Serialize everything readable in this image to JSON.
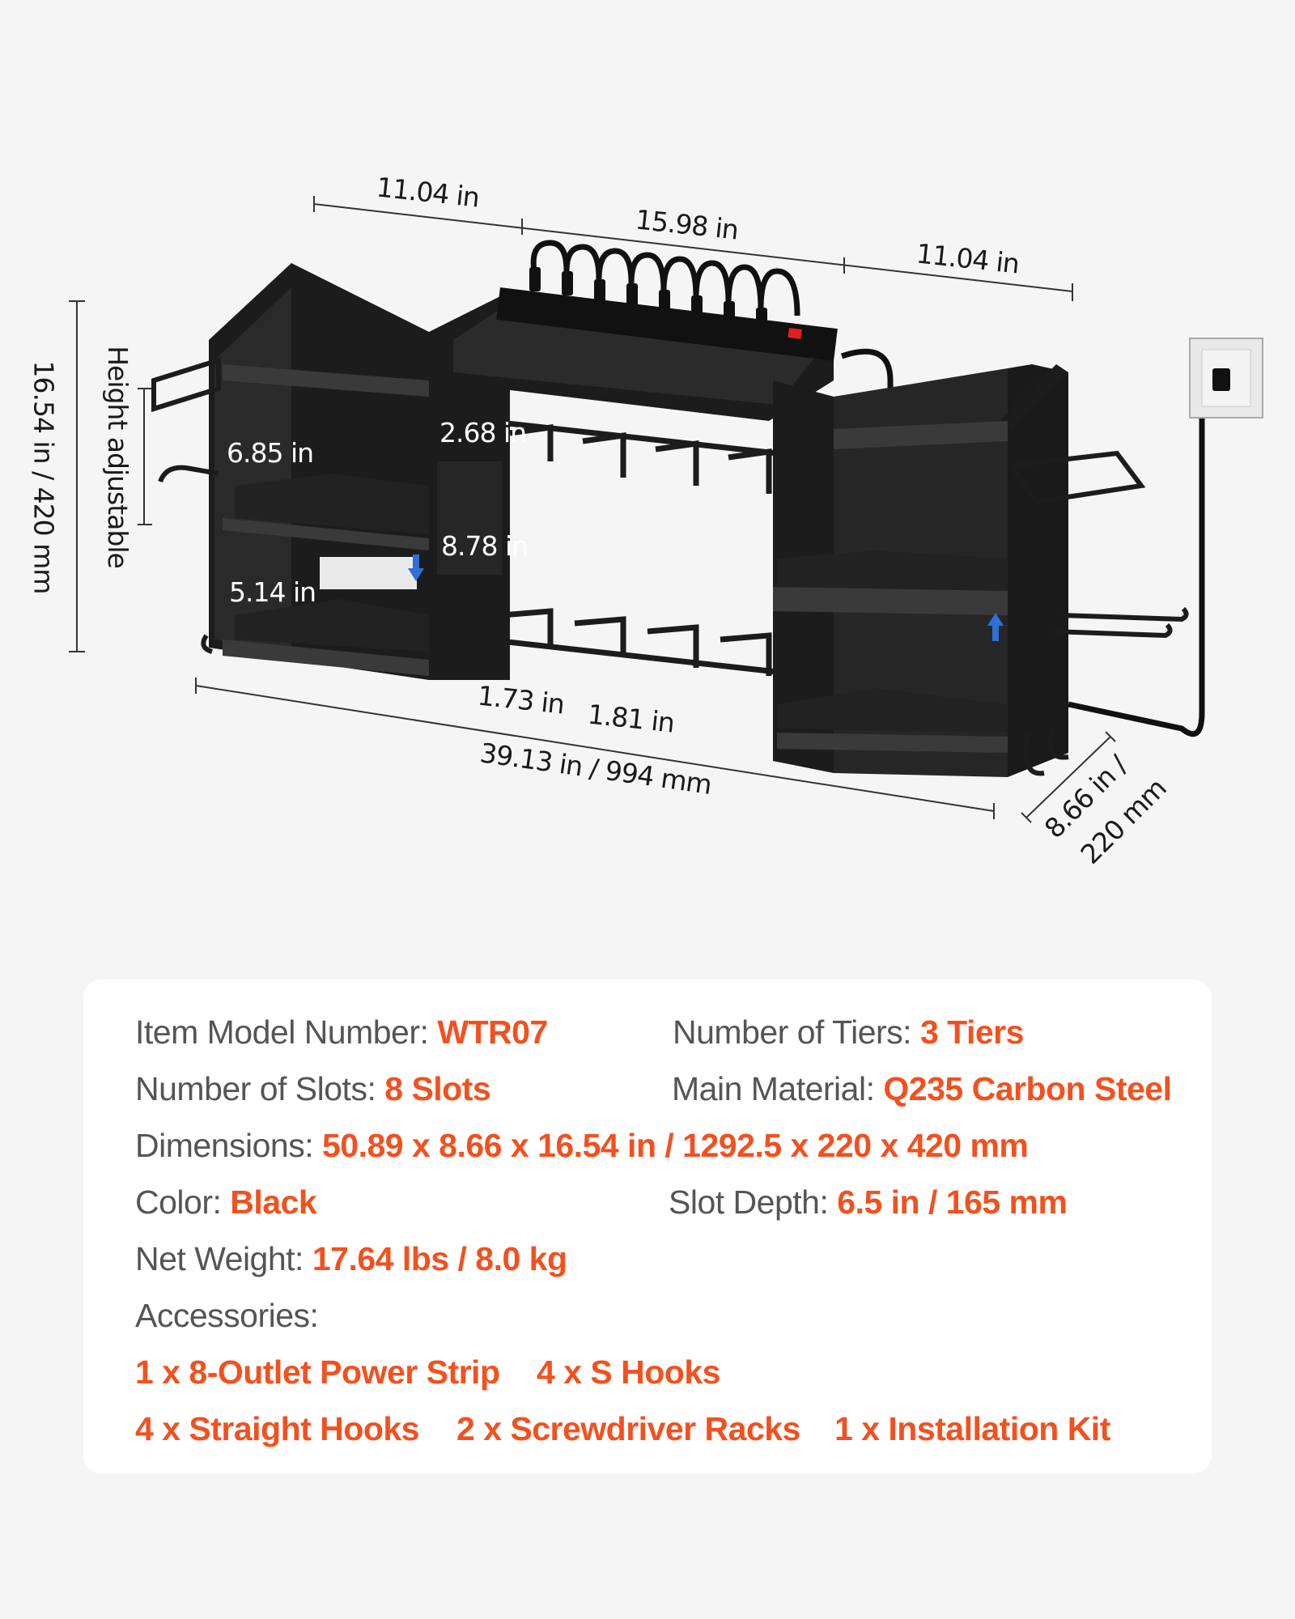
{
  "dimensions": {
    "top_left_width": "11.04 in",
    "top_center_width": "15.98 in",
    "top_right_width": "11.04 in",
    "total_height": "16.54 in  / 420 mm",
    "height_adjustable": "Height adjustable",
    "upper_shelf_gap": "6.85 in",
    "lower_shelf_gap": "5.14 in",
    "top_slot_gap": "2.68 in",
    "center_height": "8.78 in",
    "slot_width": "1.73 in",
    "slot_spacing": "1.81 in",
    "total_width": "39.13 in  / 994 mm",
    "depth_in": "8.66 in /",
    "depth_mm": "220 mm"
  },
  "specs": {
    "model_label": "Item Model Number:",
    "model_value": "WTR07",
    "tiers_label": "Number of Tiers:",
    "tiers_value": "3 Tiers",
    "slots_label": "Number of Slots:",
    "slots_value": "8 Slots",
    "material_label": "Main Material:",
    "material_value": "Q235 Carbon Steel",
    "dimensions_label": "Dimensions:",
    "dimensions_value": "50.89 x 8.66 x 16.54 in / 1292.5 x 220 x 420 mm",
    "color_label": "Color:",
    "color_value": "Black",
    "depth_label": "Slot Depth:",
    "depth_value": "6.5 in / 165 mm",
    "weight_label": "Net Weight:",
    "weight_value": "17.64 lbs / 8.0 kg",
    "accessories_label": "Accessories:",
    "accessories": [
      "1 x 8-Outlet Power Strip",
      "4 x S Hooks",
      "4 x Straight Hooks",
      "2 x Screwdriver Racks",
      "1 x Installation Kit"
    ]
  },
  "colors": {
    "accent": "#f2511f",
    "label_gray": "#555555",
    "rack_black": "#1c1c1c",
    "arrow_blue": "#2f6fd6"
  }
}
